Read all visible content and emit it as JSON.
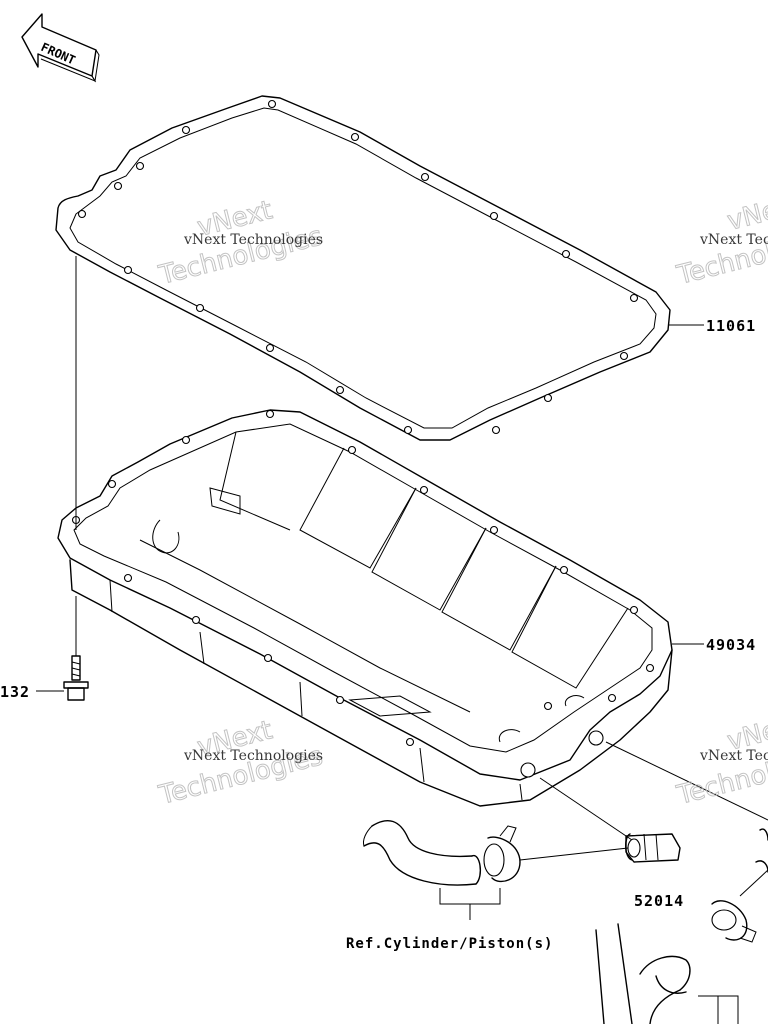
{
  "diagram": {
    "front_arrow_label": "FRONT",
    "parts": {
      "gasket": "11061",
      "oil_pan": "49034",
      "bolt": "132",
      "fitting": "52014"
    },
    "reference_label": "Ref.Cylinder/Piston(s)",
    "watermark": {
      "small_text": "vNext Technologies",
      "big_line_1": "vNext",
      "big_line_2": "Technologies"
    }
  }
}
